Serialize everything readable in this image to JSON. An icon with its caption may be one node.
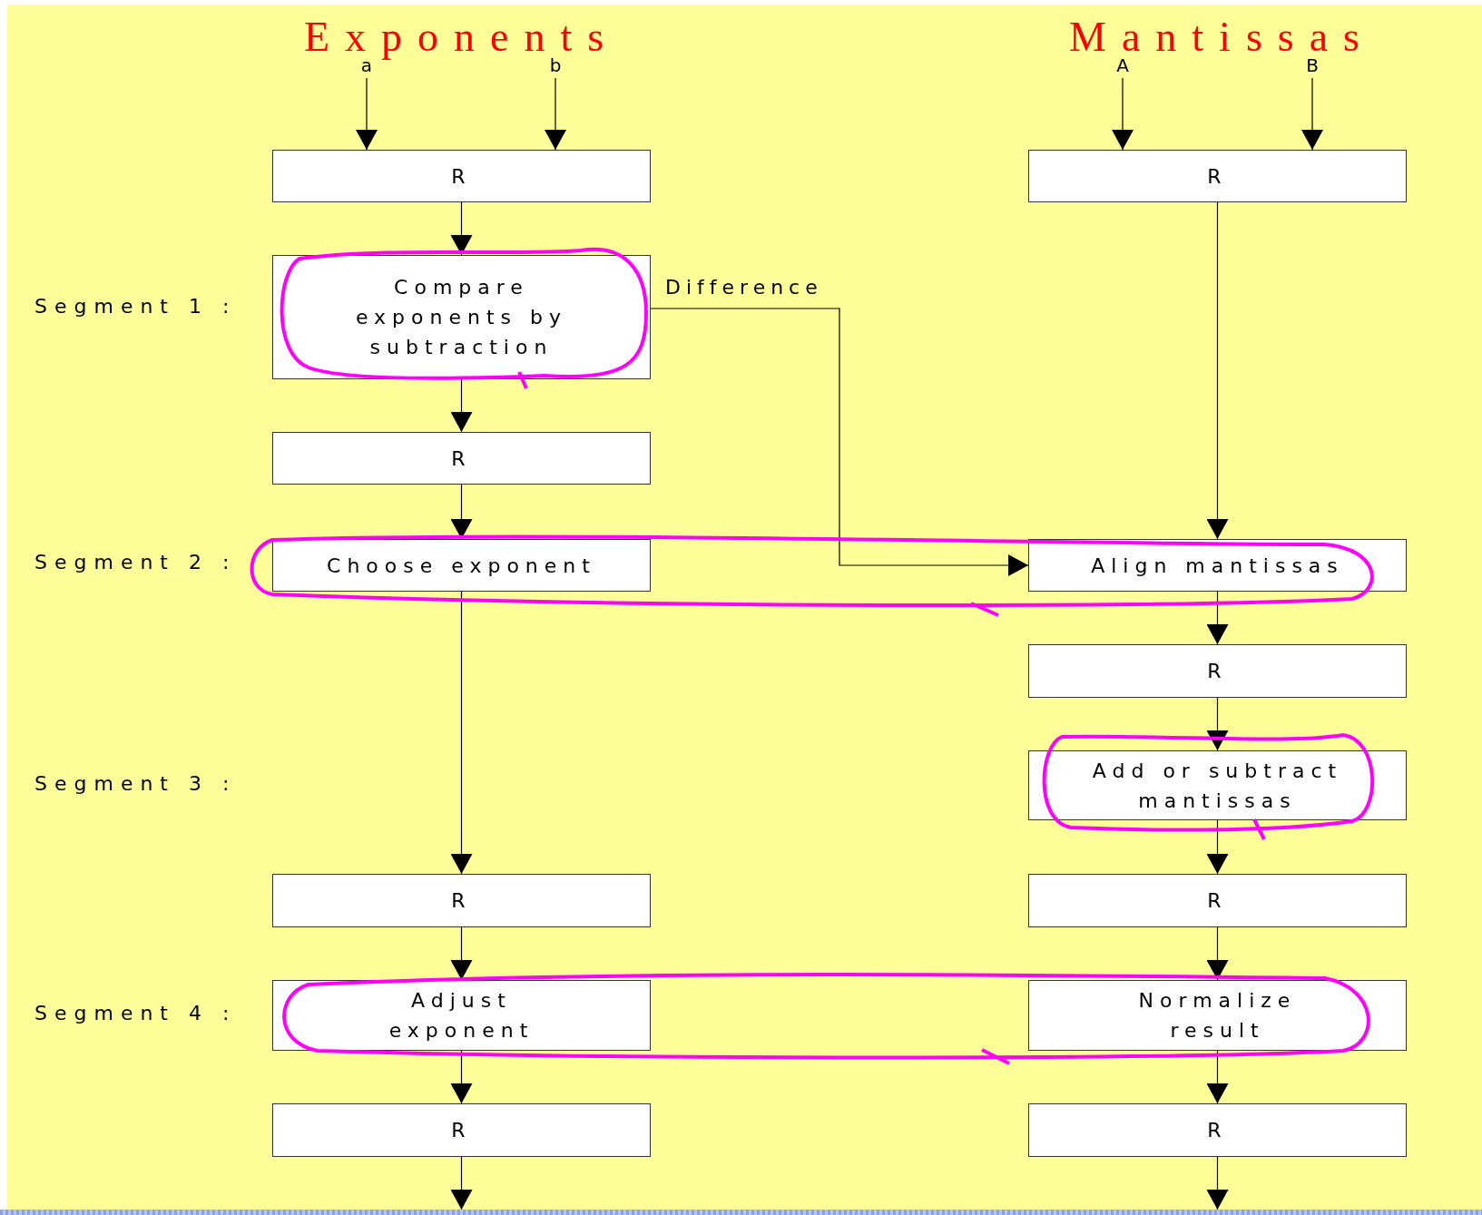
{
  "diagram": {
    "nodes": [
      {
        "text": [
          "a"
        ]
      },
      {
        "text": [
          "b"
        ]
      },
      {
        "text": [
          "A"
        ]
      },
      {
        "text": [
          "B"
        ]
      },
      {
        "text": [
          "R"
        ]
      },
      {
        "text": [
          "R"
        ]
      },
      {
        "text": [
          "Compare exponents by subtraction"
        ]
      },
      {
        "text": [
          "R"
        ]
      },
      {
        "text": [
          "Choose exponent"
        ]
      },
      {
        "text": [
          "Align mantissas"
        ]
      },
      {
        "text": [
          "R"
        ]
      },
      {
        "text": [
          "Add or subtract mantissas"
        ]
      },
      {
        "text": [
          "R"
        ]
      },
      {
        "text": [
          "R"
        ]
      },
      {
        "text": [
          "Adjust exponent"
        ]
      },
      {
        "text": [
          "Normalize result"
        ]
      },
      {
        "text": [
          "R"
        ]
      },
      {
        "text": [
          "R"
        ]
      }
    ],
    "edges": [
      {
        "from": 0,
        "to": 4,
        "arrow": "to"
      },
      {
        "from": 1,
        "to": 4,
        "arrow": "to"
      },
      {
        "from": 2,
        "to": 5,
        "arrow": "to"
      },
      {
        "from": 3,
        "to": 5,
        "arrow": "to"
      },
      {
        "from": 4,
        "to": 6,
        "arrow": "to"
      },
      {
        "from": 6,
        "to": 7,
        "arrow": "to"
      },
      {
        "from": 7,
        "to": 8,
        "arrow": "to"
      },
      {
        "from": 5,
        "to": 9,
        "arrow": "to"
      },
      {
        "from": 6,
        "to": 9,
        "arrow": "to",
        "label": "Difference"
      },
      {
        "from": 9,
        "to": 10,
        "arrow": "to"
      },
      {
        "from": 10,
        "to": 11,
        "arrow": "to"
      },
      {
        "from": 8,
        "to": 12,
        "arrow": "to"
      },
      {
        "from": 11,
        "to": 13,
        "arrow": "to"
      },
      {
        "from": 12,
        "to": 14,
        "arrow": "to"
      },
      {
        "from": 13,
        "to": 15,
        "arrow": "to"
      },
      {
        "from": 14,
        "to": 16,
        "arrow": "to"
      },
      {
        "from": 15,
        "to": 17,
        "arrow": "to"
      },
      {
        "from": 16,
        "to": null,
        "arrow": "to"
      },
      {
        "from": 17,
        "to": null,
        "arrow": "to"
      }
    ],
    "labels": [
      "Exponents",
      "Mantissas",
      "Segment 1 :",
      "Segment 2 :",
      "Segment 3 :",
      "Segment 4 :"
    ]
  }
}
